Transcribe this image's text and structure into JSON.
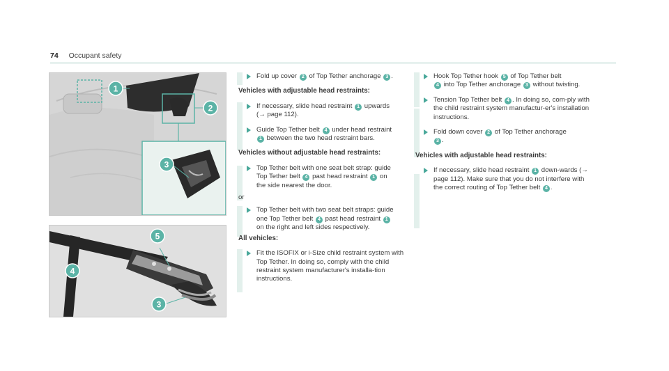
{
  "header": {
    "page_number": "74",
    "section": "Occupant safety"
  },
  "callouts": {
    "c1": "1",
    "c2": "2",
    "c3": "3",
    "c4": "4",
    "c5": "5"
  },
  "colA": {
    "step1": {
      "a": "Fold up cover",
      "b": "of Top Tether anchorage",
      "c": "."
    },
    "heading1": "Vehicles with adjustable head restraints:",
    "step2": {
      "a": "If necessary, slide head restraint",
      "b": "upwards",
      "c": "(→ page 112)."
    },
    "step3": {
      "a": "Guide Top Tether belt",
      "b": "under head restraint",
      "c": "between the two head restraint bars."
    },
    "heading2": "Vehicles without adjustable head restraints:",
    "step4": {
      "a": "Top Tether belt with one seat belt strap: guide",
      "b": "Top Tether belt",
      "c": "past head restraint",
      "d": "on",
      "e": "the side nearest the door."
    },
    "or": "or",
    "step5": {
      "a": "Top Tether belt with two seat belt straps: guide",
      "b": "one Top Tether belt",
      "c": "past head restraint",
      "d": "on the right and left sides respectively."
    },
    "heading3": "All vehicles:",
    "step6": {
      "a": "Fit the ISOFIX or i-Size child restraint system with Top Tether. In doing so, comply with the child restraint system manufacturer's installa-tion instructions."
    }
  },
  "colB": {
    "step1": {
      "a": "Hook Top Tether hook",
      "b": "of Top Tether belt",
      "c": "into Top Tether anchorage",
      "d": "without twisting."
    },
    "step2": {
      "a": "Tension Top Tether belt",
      "b": ". In doing so, com-ply with the child restraint system manufactur-er's installation instructions."
    },
    "step3": {
      "a": "Fold down cover",
      "b": "of Top Tether anchorage",
      "c": "."
    },
    "heading1": "Vehicles with adjustable head restraints:",
    "step4": {
      "a": "If necessary, slide head restraint",
      "b": "down-wards (→ page 112). Make sure that you do not interfere with the correct routing of Top Tether belt",
      "c": "."
    }
  }
}
